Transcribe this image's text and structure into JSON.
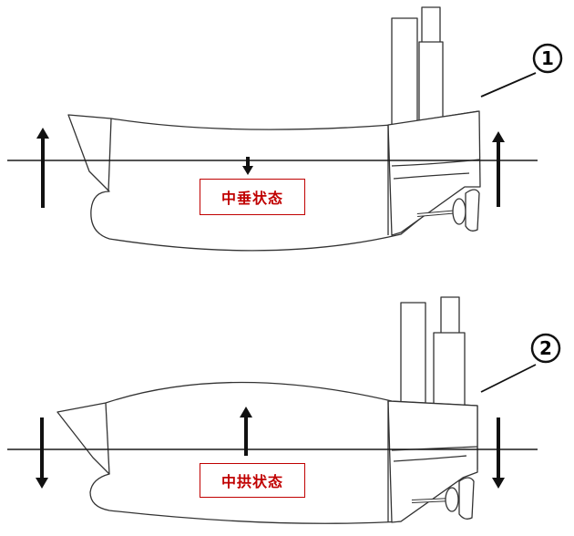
{
  "panels": [
    {
      "number": "1",
      "state_label": "中垂状态",
      "end_arrows": "up",
      "center_arrow": "down",
      "hull_bend": "sagging"
    },
    {
      "number": "2",
      "state_label": "中拱状态",
      "end_arrows": "down",
      "center_arrow": "up",
      "hull_bend": "hogging"
    }
  ],
  "colors": {
    "label_text": "#c00000",
    "label_border": "#c00000",
    "outline": "#333333",
    "arrow": "#111111"
  },
  "icons": [
    "arrow-up-icon",
    "arrow-down-icon",
    "propeller-icon",
    "rudder-icon"
  ]
}
